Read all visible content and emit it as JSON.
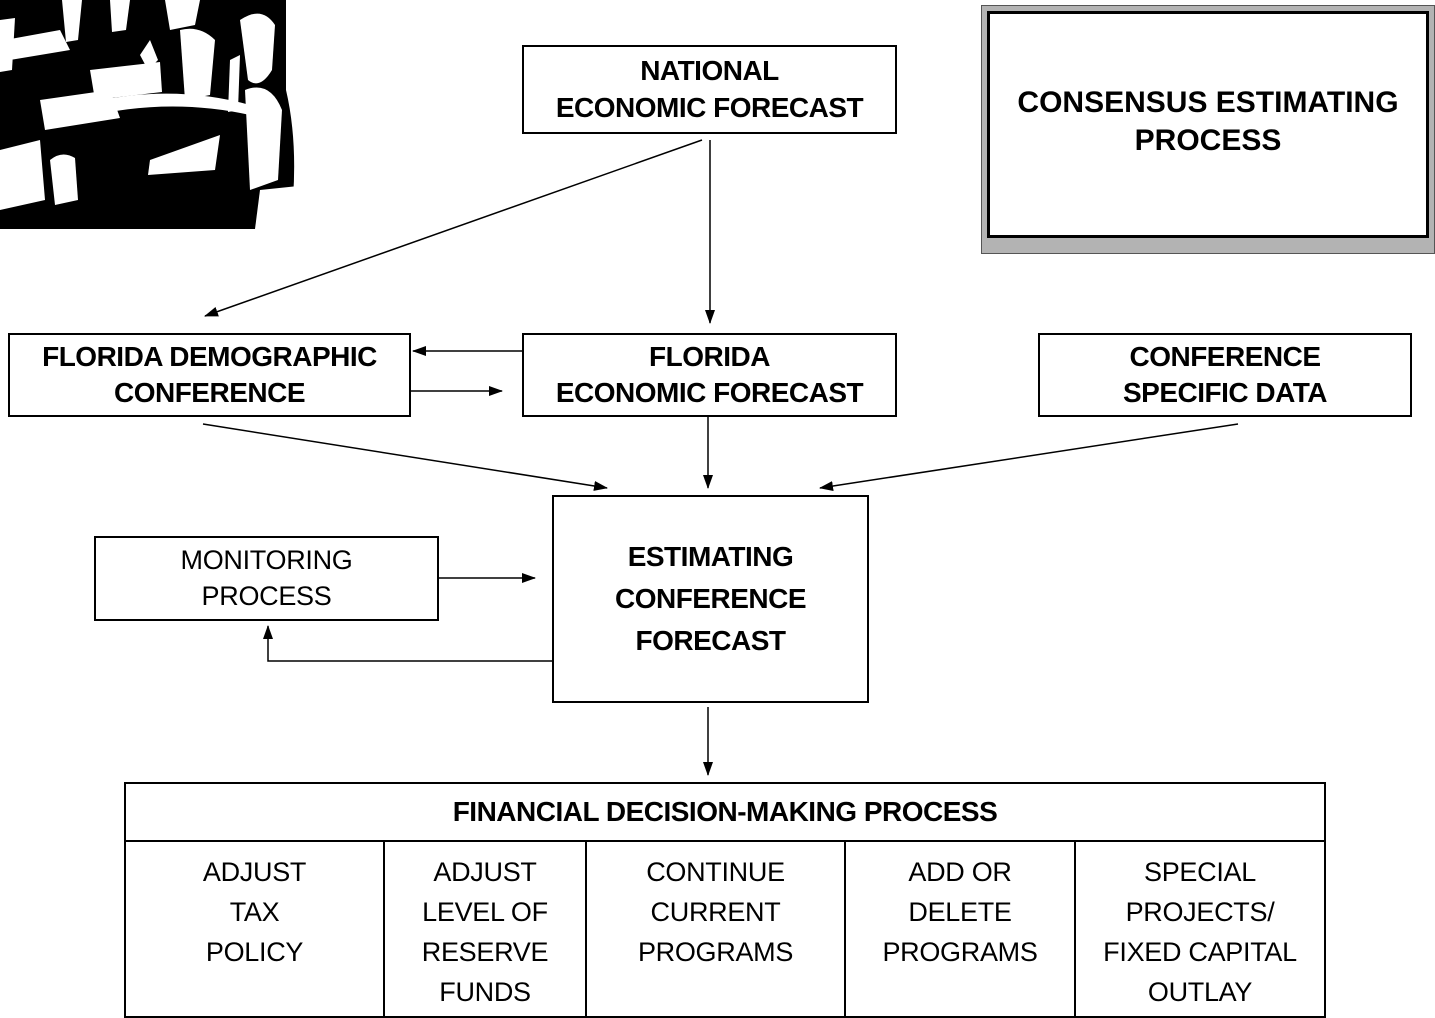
{
  "title": {
    "lines": [
      "CONSENSUS ESTIMATING",
      "PROCESS"
    ]
  },
  "clipart": {
    "icon": "business-meeting-silhouette"
  },
  "nodes": {
    "national": [
      "NATIONAL",
      "ECONOMIC FORECAST"
    ],
    "demographic": [
      "FLORIDA DEMOGRAPHIC",
      "CONFERENCE"
    ],
    "florida_economic": [
      "FLORIDA",
      "ECONOMIC FORECAST"
    ],
    "conference_data": [
      "CONFERENCE",
      "SPECIFIC DATA"
    ],
    "monitoring": [
      "MONITORING",
      "PROCESS"
    ],
    "estimating": [
      "ESTIMATING",
      "CONFERENCE",
      "FORECAST"
    ]
  },
  "financial": {
    "header": "FINANCIAL DECISION-MAKING PROCESS",
    "columns": [
      [
        "ADJUST",
        "TAX",
        "POLICY"
      ],
      [
        "ADJUST",
        "LEVEL OF",
        "RESERVE",
        "FUNDS"
      ],
      [
        "CONTINUE",
        "CURRENT",
        "PROGRAMS"
      ],
      [
        "ADD OR",
        "DELETE",
        "PROGRAMS"
      ],
      [
        "SPECIAL",
        "PROJECTS/",
        "FIXED CAPITAL",
        "OUTLAY"
      ]
    ]
  },
  "colors": {
    "line": "#000000",
    "frame_shadow": "#b3b3b3"
  }
}
